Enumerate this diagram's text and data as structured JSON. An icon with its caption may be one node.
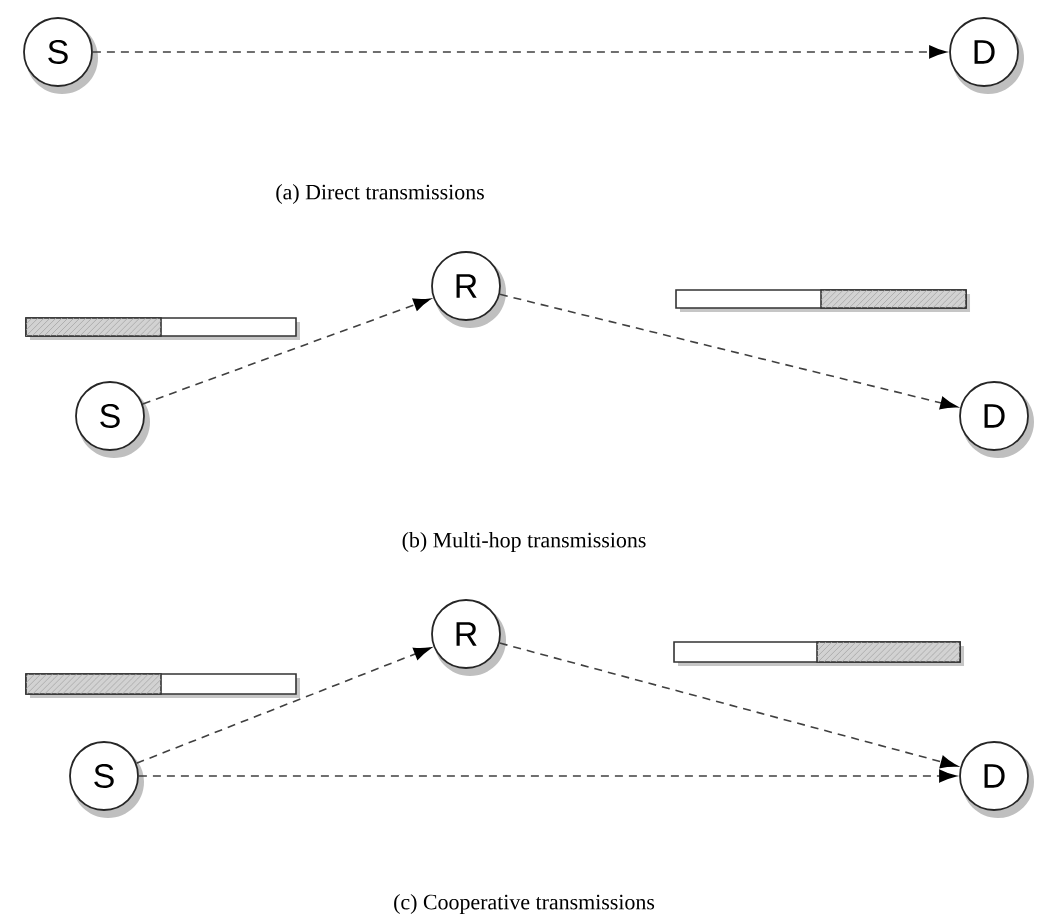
{
  "diagram": {
    "nodes": [
      {
        "text": [
          "S"
        ]
      },
      {
        "text": [
          "D"
        ]
      },
      {
        "text": [
          "S"
        ]
      },
      {
        "text": [
          "R"
        ]
      },
      {
        "text": [
          "D"
        ]
      },
      {
        "text": [
          "S"
        ]
      },
      {
        "text": [
          "R"
        ]
      },
      {
        "text": [
          "D"
        ]
      }
    ],
    "edges": [
      {
        "from": 0,
        "to": 1,
        "arrow": "to",
        "style": "dashed"
      },
      {
        "from": 2,
        "to": 3,
        "arrow": "to",
        "style": "dashed"
      },
      {
        "from": 3,
        "to": 4,
        "arrow": "to",
        "style": "dashed"
      },
      {
        "from": 5,
        "to": 6,
        "arrow": "to",
        "style": "dashed"
      },
      {
        "from": 6,
        "to": 7,
        "arrow": "to",
        "style": "dashed"
      },
      {
        "from": 5,
        "to": 7,
        "arrow": "to",
        "style": "dashed"
      }
    ],
    "labels": [
      "(a) Direct transmissions",
      "(b) Multi-hop transmissions",
      "(c) Cooperative transmissions"
    ]
  }
}
